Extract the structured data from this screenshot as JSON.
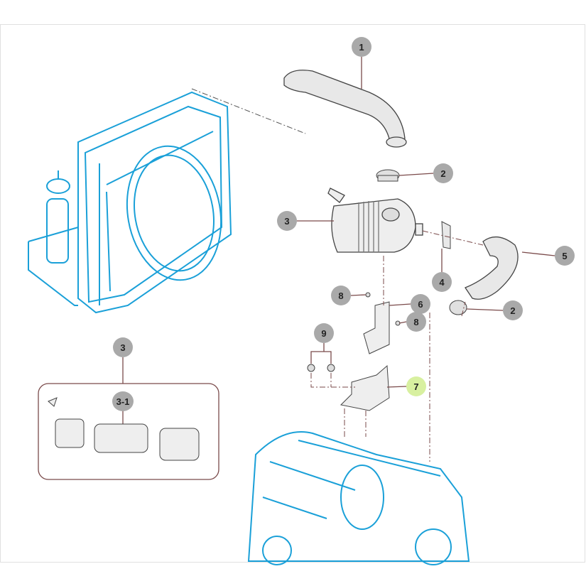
{
  "diagram": {
    "callouts": [
      {
        "label": "1"
      },
      {
        "label": "2"
      },
      {
        "label": "3"
      },
      {
        "label": "5"
      },
      {
        "label": "4"
      },
      {
        "label": "8"
      },
      {
        "label": "6"
      },
      {
        "label": "2"
      },
      {
        "label": "8"
      },
      {
        "label": "9"
      },
      {
        "label": "7"
      },
      {
        "label": "3"
      },
      {
        "label": "3-1"
      }
    ],
    "colors": {
      "line_art": "#1aa0d8",
      "callout": "#a9a9a9",
      "selected": "#d8f0a0",
      "leader": "#7a4a4a"
    }
  }
}
